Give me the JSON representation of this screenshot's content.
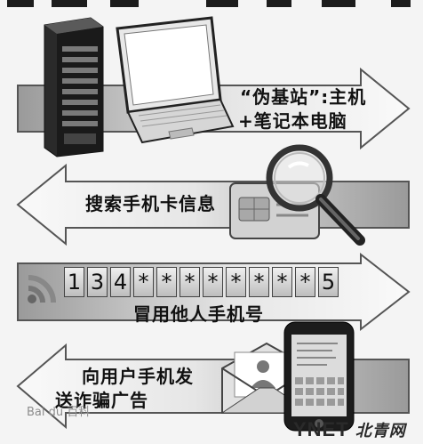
{
  "steps": [
    {
      "line1": "“伪基站”:主机",
      "line2": "+笔记本电脑"
    },
    {
      "line1": "搜索手机卡信息"
    },
    {
      "line1": "冒用他人手机号",
      "digits": [
        "1",
        "3",
        "4",
        "*",
        "*",
        "*",
        "*",
        "*",
        "*",
        "*",
        "*",
        "5"
      ]
    },
    {
      "line1": "向用户手机发",
      "line2": "送诈骗广告"
    }
  ],
  "watermarks": {
    "left": "Bai du 百科",
    "right_latin": "YNET",
    "right_cn": "北青网"
  },
  "icons": [
    "server-tower-icon",
    "laptop-icon",
    "sim-card-icon",
    "magnifier-icon",
    "wifi-signal-icon",
    "envelope-icon",
    "smartphone-icon"
  ],
  "colors": {
    "arrow_light": "#fafafa",
    "arrow_dark": "#9a9a9a",
    "outline": "#555555"
  }
}
